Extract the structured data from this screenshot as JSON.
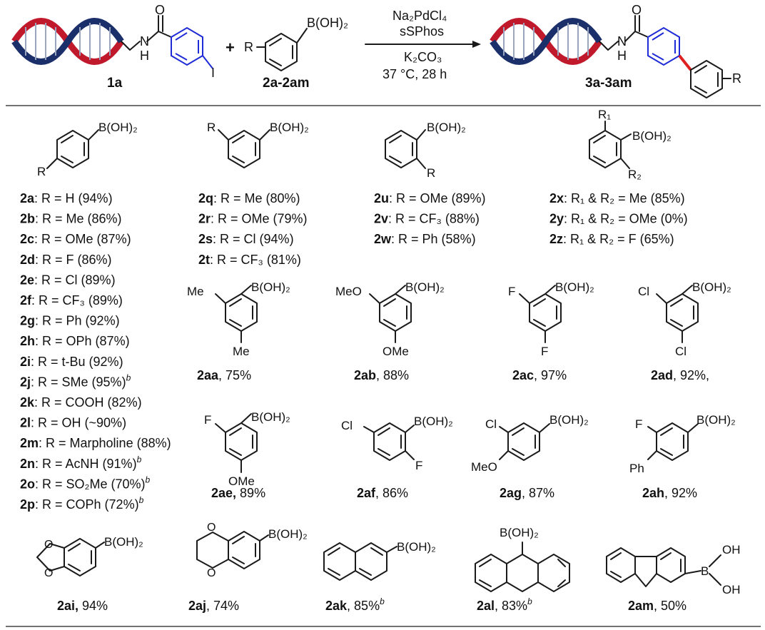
{
  "scheme": {
    "dna_colors": {
      "red": "#c0192b",
      "navy": "#1b2f6b",
      "blue": "#1f2bd6",
      "new_bond": "#e02020"
    },
    "reagent_1": "Na₂PdCl₄",
    "reagent_2": "sSPhos",
    "reagent_3": "K₂CO₃",
    "conditions": "37 °C, 28 h",
    "plus": "+",
    "compound_1": "1a",
    "compound_2": "2a-2am",
    "compound_3": "3a-3am",
    "r_group": "R",
    "boronic": "B(OH)₂",
    "o_atom": "O",
    "n_atom": "N",
    "h_atom": "H",
    "i_atom": "I"
  },
  "groups": {
    "para": {
      "label_R": "R",
      "label_B": "B(OH)₂",
      "entries": [
        {
          "id": "2a",
          "text": ": R = H (94%)",
          "sup": ""
        },
        {
          "id": "2b",
          "text": ": R = Me (86%)",
          "sup": ""
        },
        {
          "id": "2c",
          "text": ": R = OMe (87%)",
          "sup": ""
        },
        {
          "id": "2d",
          "text": ": R = F (86%)",
          "sup": ""
        },
        {
          "id": "2e",
          "text": ": R = Cl (89%)",
          "sup": ""
        },
        {
          "id": "2f",
          "text": ": R = CF₃ (89%)",
          "sup": ""
        },
        {
          "id": "2g",
          "text": ": R = Ph (92%)",
          "sup": ""
        },
        {
          "id": "2h",
          "text": ": R = OPh (87%)",
          "sup": ""
        },
        {
          "id": "2i",
          "text": ": R = t-Bu (92%)",
          "sup": ""
        },
        {
          "id": "2j",
          "text": ": R = SMe (95%)",
          "sup": "b"
        },
        {
          "id": "2k",
          "text": ": R = COOH (82%)",
          "sup": ""
        },
        {
          "id": "2l",
          "text": ": R = OH (~90%)",
          "sup": ""
        },
        {
          "id": "2m",
          "text": ": R = Marpholine (88%)",
          "sup": ""
        },
        {
          "id": "2n",
          "text": ": R = AcNH (91%)",
          "sup": "b"
        },
        {
          "id": "2o",
          "text": ": R = SO₂Me (70%)",
          "sup": "b"
        },
        {
          "id": "2p",
          "text": ": R = COPh (72%)",
          "sup": "b"
        }
      ]
    },
    "meta": {
      "label_R": "R",
      "label_B": "B(OH)₂",
      "entries": [
        {
          "id": "2q",
          "text": ": R = Me (80%)"
        },
        {
          "id": "2r",
          "text": ": R = OMe (79%)"
        },
        {
          "id": "2s",
          "text": ": R = Cl (94%)"
        },
        {
          "id": "2t",
          "text": ": R = CF₃ (81%)"
        }
      ]
    },
    "ortho": {
      "label_R": "R",
      "label_B": "B(OH)₂",
      "entries": [
        {
          "id": "2u",
          "text": ": R = OMe (89%)"
        },
        {
          "id": "2v",
          "text": ": R = CF₃ (88%)"
        },
        {
          "id": "2w",
          "text": ": R = Ph (58%)"
        }
      ]
    },
    "disub": {
      "label_R1": "R₁",
      "label_R2": "R₂",
      "label_B": "B(OH)₂",
      "entries": [
        {
          "id": "2x",
          "text": ": R₁ & R₂ = Me (85%)"
        },
        {
          "id": "2y",
          "text": ": R₁ & R₂ = OMe (0%)"
        },
        {
          "id": "2z",
          "text": ": R₁ & R₂ = F (65%)"
        }
      ]
    }
  },
  "compounds": {
    "aa": {
      "id": "2aa",
      "yield": ", 75%",
      "sub_a": "Me",
      "sub_b": "Me"
    },
    "ab": {
      "id": "2ab",
      "yield": ", 88%",
      "sub_a": "MeO",
      "sub_b": "OMe"
    },
    "ac": {
      "id": "2ac",
      "yield": ", 97%",
      "sub_a": "F",
      "sub_b": "F"
    },
    "ad": {
      "id": "2ad",
      "yield": ", 92%,",
      "sub_a": "Cl",
      "sub_b": "Cl"
    },
    "ae": {
      "id": "2ae,",
      "yield": " 89%",
      "sub_a": "F",
      "sub_b": "OMe"
    },
    "af": {
      "id": "2af",
      "yield": ", 86%",
      "sub_a": "Cl",
      "sub_b": "F"
    },
    "ag": {
      "id": "2ag",
      "yield": ", 87%",
      "sub_a": "Cl",
      "sub_b": "MeO"
    },
    "ah": {
      "id": "2ah",
      "yield": ", 92%",
      "sub_a": "F",
      "sub_b": "Ph"
    },
    "ai": {
      "id": "2ai,",
      "yield": " 94%",
      "sub_a": "O",
      "sub_b": "O"
    },
    "aj": {
      "id": "2aj",
      "yield": ", 74%",
      "sub_a": "O",
      "sub_b": "O"
    },
    "ak": {
      "id": "2ak",
      "yield": ", 85%",
      "sup": "b"
    },
    "al": {
      "id": "2al",
      "yield": ", 83%",
      "sup": "b"
    },
    "am": {
      "id": "2am",
      "yield": ", 50%",
      "sub_a": "OH",
      "sub_b": "OH",
      "sub_c": "B"
    }
  }
}
